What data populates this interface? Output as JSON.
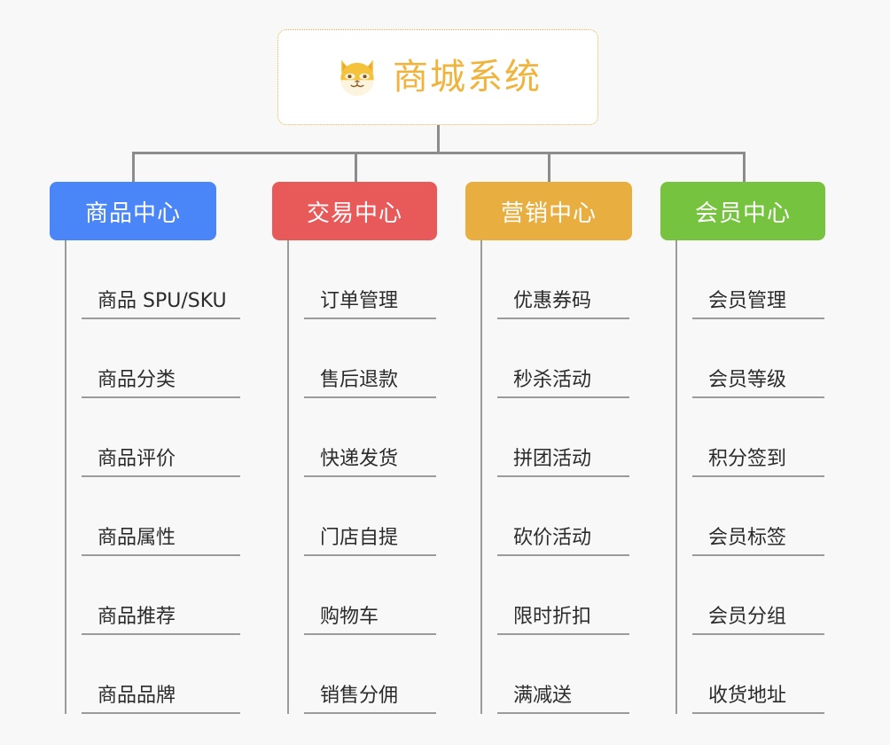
{
  "theme": {
    "background": "#f8f8f8",
    "connector_color": "#8c8c8c",
    "item_line_color": "#9b9b9b",
    "item_text_color": "#2b2b2b",
    "root_border_color": "#e8b14c",
    "root_text_color": "#f0b33c"
  },
  "root": {
    "icon": "shiba-dog-face-emoji",
    "title": "商城系统"
  },
  "columns": [
    {
      "header": "商品中心",
      "color": "#4a86f7",
      "items": [
        "商品 SPU/SKU",
        "商品分类",
        "商品评价",
        "商品属性",
        "商品推荐",
        "商品品牌"
      ]
    },
    {
      "header": "交易中心",
      "color": "#e85a5a",
      "items": [
        "订单管理",
        "售后退款",
        "快递发货",
        "门店自提",
        "购物车",
        "销售分佣"
      ]
    },
    {
      "header": "营销中心",
      "color": "#e8ae3f",
      "items": [
        "优惠券码",
        "秒杀活动",
        "拼团活动",
        "砍价活动",
        "限时折扣",
        "满减送"
      ]
    },
    {
      "header": "会员中心",
      "color": "#76c340",
      "items": [
        "会员管理",
        "会员等级",
        "积分签到",
        "会员标签",
        "会员分组",
        "收货地址"
      ]
    }
  ]
}
